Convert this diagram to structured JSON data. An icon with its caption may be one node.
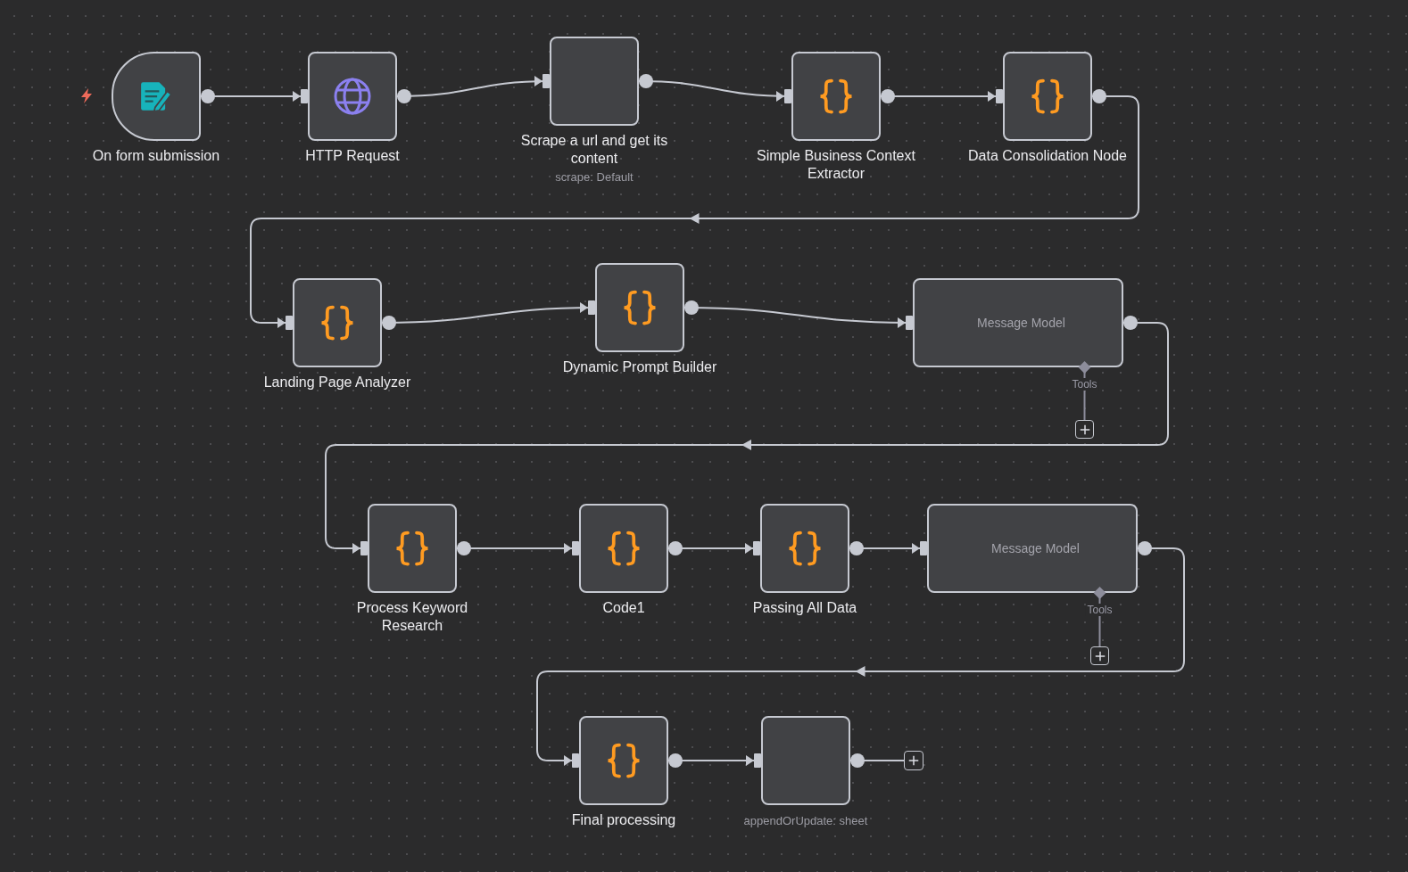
{
  "diagram": {
    "nodes": [
      {
        "text": [
          "On form submission"
        ]
      },
      {
        "text": [
          "HTTP Request"
        ]
      },
      {
        "text": [
          "Scrape a url and get its content",
          "scrape: Default"
        ]
      },
      {
        "text": [
          "Simple Business Context Extractor"
        ]
      },
      {
        "text": [
          "Data Consolidation Node"
        ]
      },
      {
        "text": [
          "Landing Page Analyzer"
        ]
      },
      {
        "text": [
          "Dynamic Prompt Builder"
        ]
      },
      {
        "text": [
          "Message Model"
        ]
      },
      {
        "text": [
          "Process Keyword Research"
        ]
      },
      {
        "text": [
          "Code1"
        ]
      },
      {
        "text": [
          "Passing All Data"
        ]
      },
      {
        "text": [
          "Message Model"
        ]
      },
      {
        "text": [
          "Final processing"
        ]
      },
      {
        "text": [
          "appendOrUpdate: sheet"
        ]
      },
      {
        "text": [],
        "shape": "box"
      },
      {
        "text": [],
        "shape": "box"
      },
      {
        "text": [],
        "shape": "box"
      }
    ],
    "edges": [
      {
        "from": 0,
        "to": 1,
        "arrow": "to"
      },
      {
        "from": 1,
        "to": 2,
        "arrow": "to"
      },
      {
        "from": 2,
        "to": 3,
        "arrow": "to"
      },
      {
        "from": 3,
        "to": 4,
        "arrow": "to"
      },
      {
        "from": 4,
        "to": 5,
        "arrow": "to"
      },
      {
        "from": 5,
        "to": 6,
        "arrow": "to"
      },
      {
        "from": 6,
        "to": 7,
        "arrow": "to"
      },
      {
        "from": 7,
        "to": 8,
        "arrow": "to"
      },
      {
        "from": 8,
        "to": 9,
        "arrow": "to"
      },
      {
        "from": 9,
        "to": 10,
        "arrow": "to"
      },
      {
        "from": 10,
        "to": 11,
        "arrow": "to"
      },
      {
        "from": 11,
        "to": 12,
        "arrow": "to"
      },
      {
        "from": 12,
        "to": 13,
        "arrow": "to"
      },
      {
        "from": 13,
        "to": 14,
        "arrow": "other"
      },
      {
        "from": 7,
        "to": 15,
        "arrow": "other",
        "label": "Tools",
        "color": "#8d8d9b"
      },
      {
        "from": 11,
        "to": 16,
        "arrow": "other",
        "label": "Tools",
        "color": "#8d8d9b"
      }
    ]
  }
}
